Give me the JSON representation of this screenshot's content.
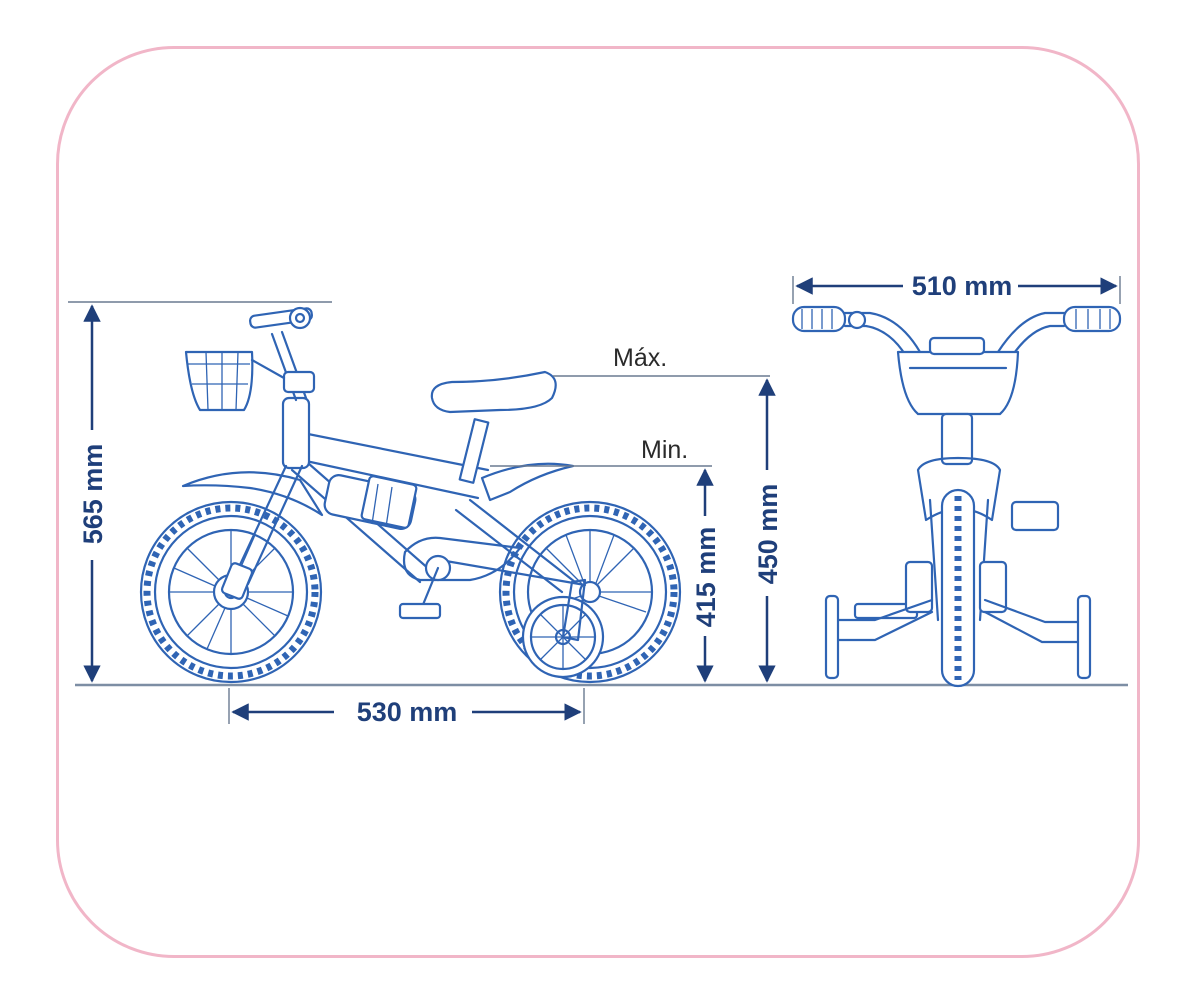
{
  "labels": {
    "total_height": "565 mm",
    "wheelbase": "530 mm",
    "seat_min_height": "415 mm",
    "seat_max_height": "450 mm",
    "handlebar_width": "510 mm",
    "max_label": "Máx.",
    "min_label": "Min."
  },
  "colors": {
    "frame_border": "#f1b6c8",
    "dimension_color": "#1f3f7a",
    "bike_line_color": "#2f64b4"
  }
}
